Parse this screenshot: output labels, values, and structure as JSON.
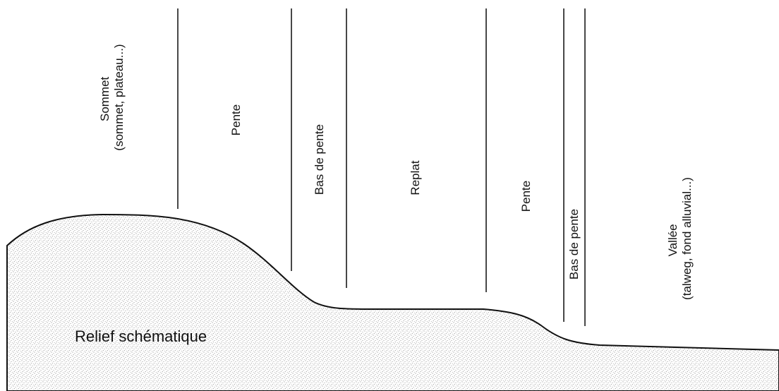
{
  "zones": [
    {
      "id": "sommet",
      "lines": [
        "Sommet",
        "(sommet, plateau...)"
      ]
    },
    {
      "id": "pente-1",
      "lines": [
        "Pente"
      ]
    },
    {
      "id": "bas-de-pente-1",
      "lines": [
        "Bas de pente"
      ]
    },
    {
      "id": "replat",
      "lines": [
        "Replat"
      ]
    },
    {
      "id": "pente-2",
      "lines": [
        "Pente"
      ]
    },
    {
      "id": "bas-de-pente-2",
      "lines": [
        "Bas de pente"
      ]
    },
    {
      "id": "vallee",
      "lines": [
        "Vallée",
        "(talweg, fond alluvial...)"
      ]
    }
  ],
  "relief_label": "Relief schématique",
  "colors": {
    "ink": "#111111",
    "stipple_dot": "#6a6a6a",
    "background": "#ffffff"
  }
}
